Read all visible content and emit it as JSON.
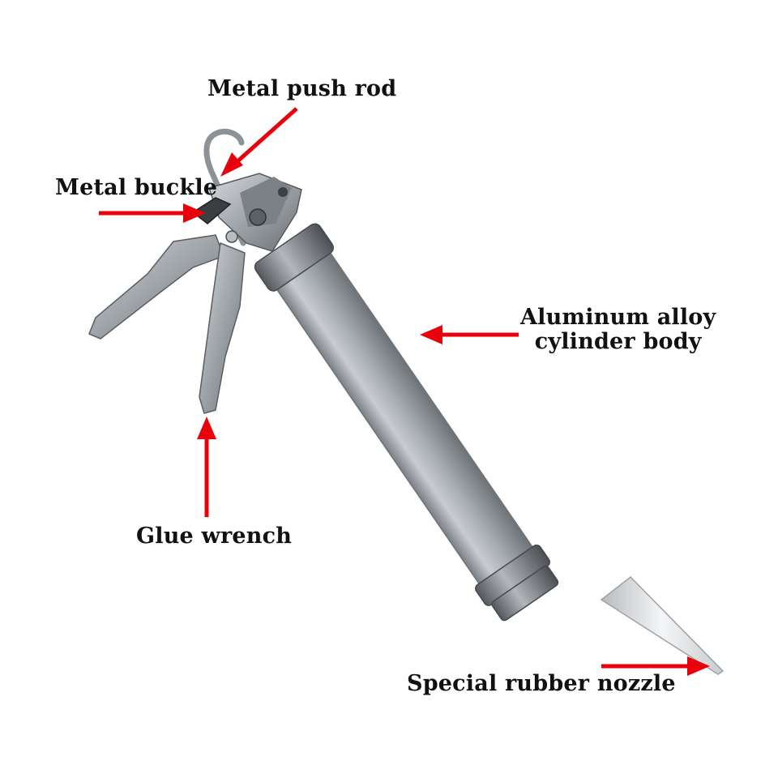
{
  "labels": {
    "push_rod": "Metal push rod",
    "buckle": "Metal buckle",
    "cylinder_line1": "Aluminum alloy",
    "cylinder_line2": "cylinder body",
    "wrench": "Glue wrench",
    "nozzle": "Special rubber nozzle"
  },
  "colors": {
    "arrow": "#e8000b",
    "text": "#111111",
    "metal": "#9aa0a6",
    "background": "#ffffff"
  },
  "icons": {
    "product": "caulking-gun-illustration",
    "pointer": "red-arrow"
  }
}
